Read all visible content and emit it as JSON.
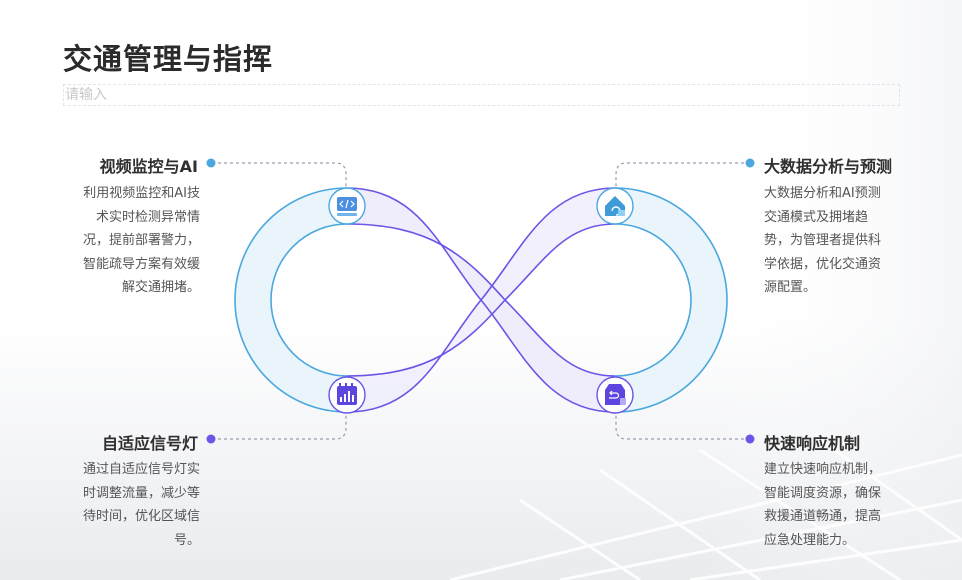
{
  "page": {
    "title": "交通管理与指挥",
    "subtitle_placeholder": "请输入"
  },
  "colors": {
    "blue": "#4aa7e0",
    "purple": "#6a55e6",
    "band_blue": "#eaf5fb",
    "band_purple": "#efedfb",
    "connector": "#9a9ab0"
  },
  "items": [
    {
      "key": "video",
      "title": "视频监控与AI",
      "desc": [
        "利用视频监控和AI技",
        "术实时检测异常情",
        "况，提前部署警力，",
        "智能疏导方案有效缓",
        "解交通拥堵。"
      ],
      "icon": "code-window-icon",
      "dot_color": "#4aa7e0"
    },
    {
      "key": "bigdata",
      "title": "大数据分析与预测",
      "desc": [
        "大数据分析和AI预测",
        "交通模式及拥堵趋",
        "势，为管理者提供科",
        "学依据，优化交通资",
        "源配置。"
      ],
      "icon": "home-refresh-icon",
      "dot_color": "#4aa7e0"
    },
    {
      "key": "signal",
      "title": "自适应信号灯",
      "desc": [
        "通过自适应信号灯实",
        "时调整流量，减少等",
        "待时间，优化区域信",
        "号。"
      ],
      "icon": "calendar-chart-icon",
      "dot_color": "#6a55e6"
    },
    {
      "key": "response",
      "title": "快速响应机制",
      "desc": [
        "建立快速响应机制，",
        "智能调度资源，确保",
        "救援通道畅通，提高",
        "应急处理能力。"
      ],
      "icon": "inbox-undo-icon",
      "dot_color": "#6a55e6"
    }
  ]
}
